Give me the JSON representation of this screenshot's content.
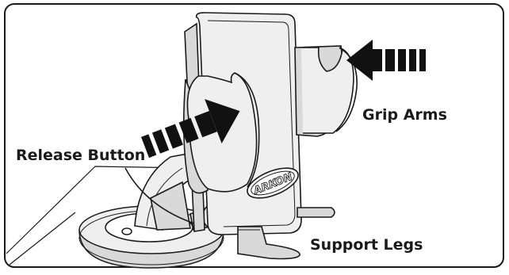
{
  "labels": {
    "grip_arms": "Grip Arms",
    "release_button": "Release Button",
    "support_legs": "Support Legs"
  },
  "logo": {
    "text": "ARKON"
  },
  "colors": {
    "frame": "#1a1a1a",
    "background": "#ffffff",
    "outline": "#1a1a1a",
    "shade_light": "#efefef",
    "shade_mid": "#d9d9d9",
    "shade_dark": "#bdbdbd",
    "arrow": "#111111"
  },
  "icons": [
    "grip-direction-arrow-icon",
    "grip-direction-arrow-icon",
    "release-button-icon"
  ]
}
